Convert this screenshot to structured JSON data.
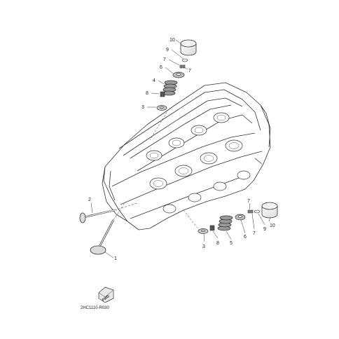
{
  "diagram": {
    "drawing_code": "2HC1110-R030",
    "direction_label": "FWD",
    "callouts": {
      "c10_top": "10",
      "c9_top": "9",
      "c7_top_a": "7",
      "c7_top_b": "7",
      "c6_top": "6",
      "c4_top": "4",
      "c8_top": "8",
      "c3_top": "3",
      "c2": "2",
      "c1": "1",
      "c3_bot": "3",
      "c8_bot": "8",
      "c5_bot": "5",
      "c6_bot": "6",
      "c7_bot_a": "7",
      "c7_bot_b": "7",
      "c9_bot": "9",
      "c10_bot": "10"
    }
  }
}
